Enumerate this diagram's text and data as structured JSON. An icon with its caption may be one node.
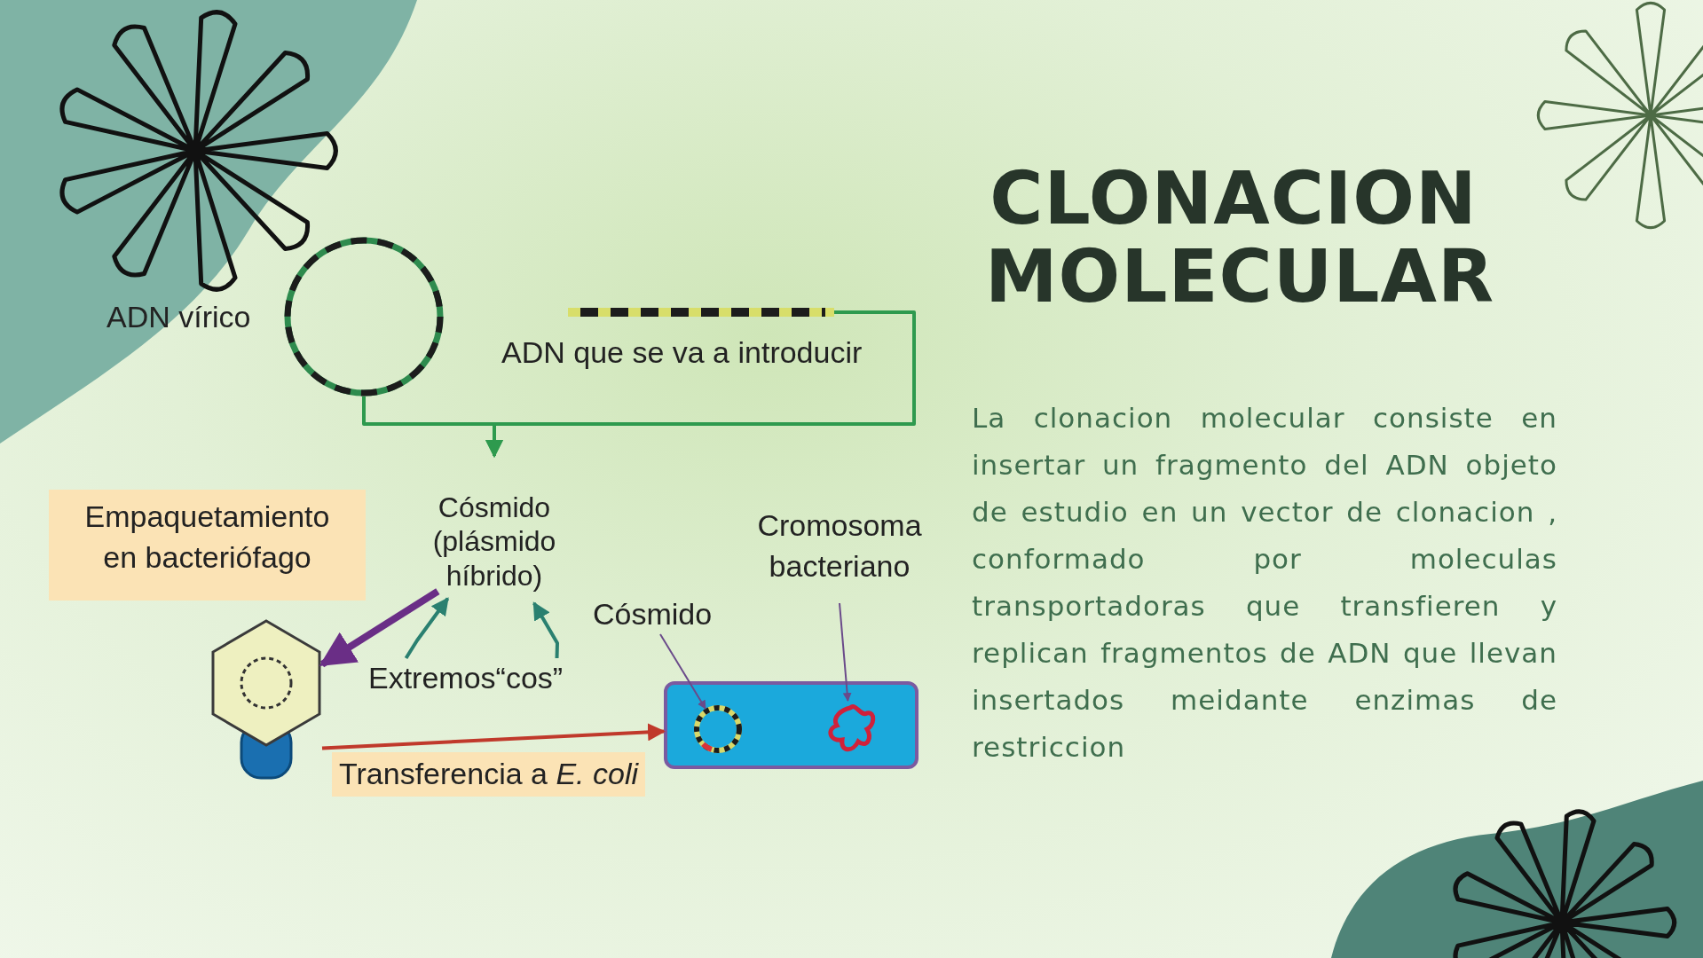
{
  "diagram": {
    "title": "CLONACION MOLECULAR",
    "nodes": [
      {
        "text": [],
        "shape": "circle",
        "beside": [
          "ADN vírico"
        ]
      },
      {
        "text": [],
        "shape": "bar",
        "beside": [
          "ADN que se va a introducir"
        ]
      },
      {
        "text": [
          "Cósmido (plásmido híbrido)"
        ]
      },
      {
        "text": [
          "Empaquetamiento en bacteriófago"
        ]
      },
      {
        "text": [
          "Cromosoma bacteriano"
        ]
      },
      {
        "text": [
          "Cósmido"
        ]
      },
      {
        "text": [],
        "shape": "picture"
      },
      {
        "text": [
          "Extremos“cos”"
        ]
      },
      {
        "text": [],
        "shape": "box"
      },
      {
        "text": [],
        "shape": "circle",
        "in": 8
      },
      {
        "text": [],
        "shape": "picture",
        "in": 8
      }
    ],
    "edges": [
      {
        "from": 0,
        "to": 2,
        "arrow": "to",
        "color": "#2e9a4e"
      },
      {
        "from": 1,
        "to": 2,
        "arrow": "to",
        "color": "#2e9a4e"
      },
      {
        "from": 2,
        "to": 6,
        "arrow": "to",
        "style": "thick",
        "color": "#6a2e86"
      },
      {
        "from": 7,
        "to": 2,
        "arrow": "to",
        "color": "#2a8070"
      },
      {
        "from": 7,
        "to": 2,
        "arrow": "to",
        "color": "#2a8070"
      },
      {
        "from": 6,
        "to": 8,
        "arrow": "to",
        "label": "Transferencia a *E. coli*",
        "color": "#c0392b"
      },
      {
        "from": 5,
        "to": 9,
        "arrow": "to",
        "color": "#6a4a8a"
      },
      {
        "from": 4,
        "to": 10,
        "arrow": "to",
        "color": "#6a4a8a"
      }
    ],
    "labels": [
      "La clonacion molecular consiste en insertar un fragmento del ADN objeto de estudio en un vector de clonacion , conformado por moleculas transportadoras que transfieren y replican fragmentos de ADN que llevan insertados meidante enzimas de restriccion"
    ]
  }
}
